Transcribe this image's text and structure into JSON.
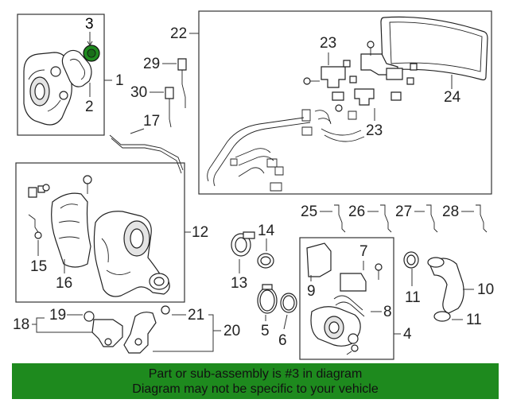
{
  "diagram": {
    "callouts": [
      "1",
      "2",
      "3",
      "4",
      "5",
      "6",
      "7",
      "8",
      "9",
      "10",
      "11",
      "11",
      "12",
      "13",
      "14",
      "15",
      "16",
      "17",
      "18",
      "19",
      "20",
      "21",
      "22",
      "23",
      "23",
      "24",
      "25",
      "26",
      "27",
      "28",
      "29",
      "30"
    ],
    "highlight_color": "#1f8a1f",
    "banner_color": "#1e8a1e"
  },
  "banner": {
    "line1": "Part or sub-assembly is #3 in diagram",
    "line2": "Diagram may not be specific to your vehicle"
  }
}
